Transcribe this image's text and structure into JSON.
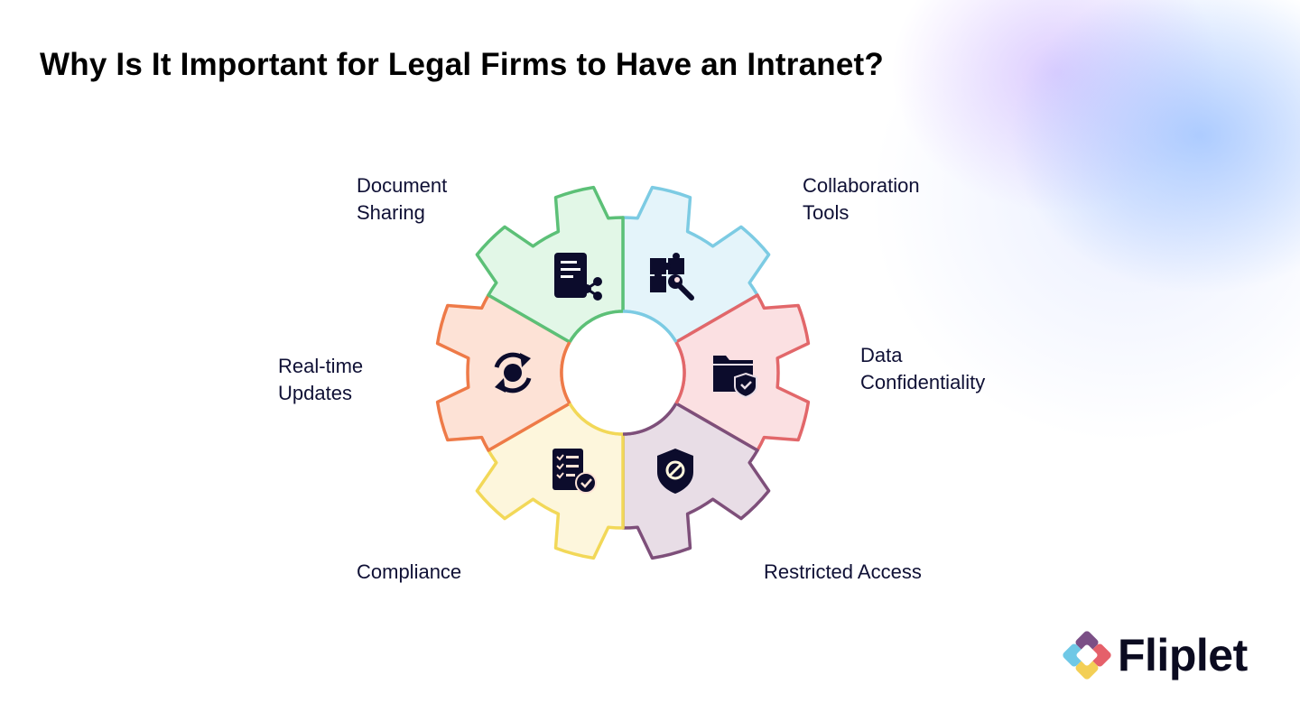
{
  "title": "Why Is It Important for Legal Firms to Have an Intranet?",
  "segments": [
    {
      "line1": "Document",
      "line2": "Sharing",
      "icon": "document-share-icon",
      "stroke": "#7ccbe3",
      "fill": "#e4f4fa"
    },
    {
      "line1": "Collaboration",
      "line2": "Tools",
      "icon": "puzzle-wrench-icon",
      "stroke": "#e2676a",
      "fill": "#fbe0e2"
    },
    {
      "line1": "Data",
      "line2": "Confidentiality",
      "icon": "folder-shield-icon",
      "stroke": "#7e4f7a",
      "fill": "#e8dde6"
    },
    {
      "line1": "Restricted Access",
      "line2": "",
      "icon": "shield-block-icon",
      "stroke": "#f2d858",
      "fill": "#fdf6dc"
    },
    {
      "line1": "Compliance",
      "line2": "",
      "icon": "checklist-check-icon",
      "stroke": "#ee7a48",
      "fill": "#fde2d6"
    },
    {
      "line1": "Real-time",
      "line2": "Updates",
      "icon": "sync-refresh-icon",
      "stroke": "#5cc077",
      "fill": "#e2f7e7"
    }
  ],
  "logo": {
    "name": "Fliplet",
    "colors": [
      "#7b4f86",
      "#e5606a",
      "#f3cf56",
      "#6fc8e6"
    ]
  }
}
